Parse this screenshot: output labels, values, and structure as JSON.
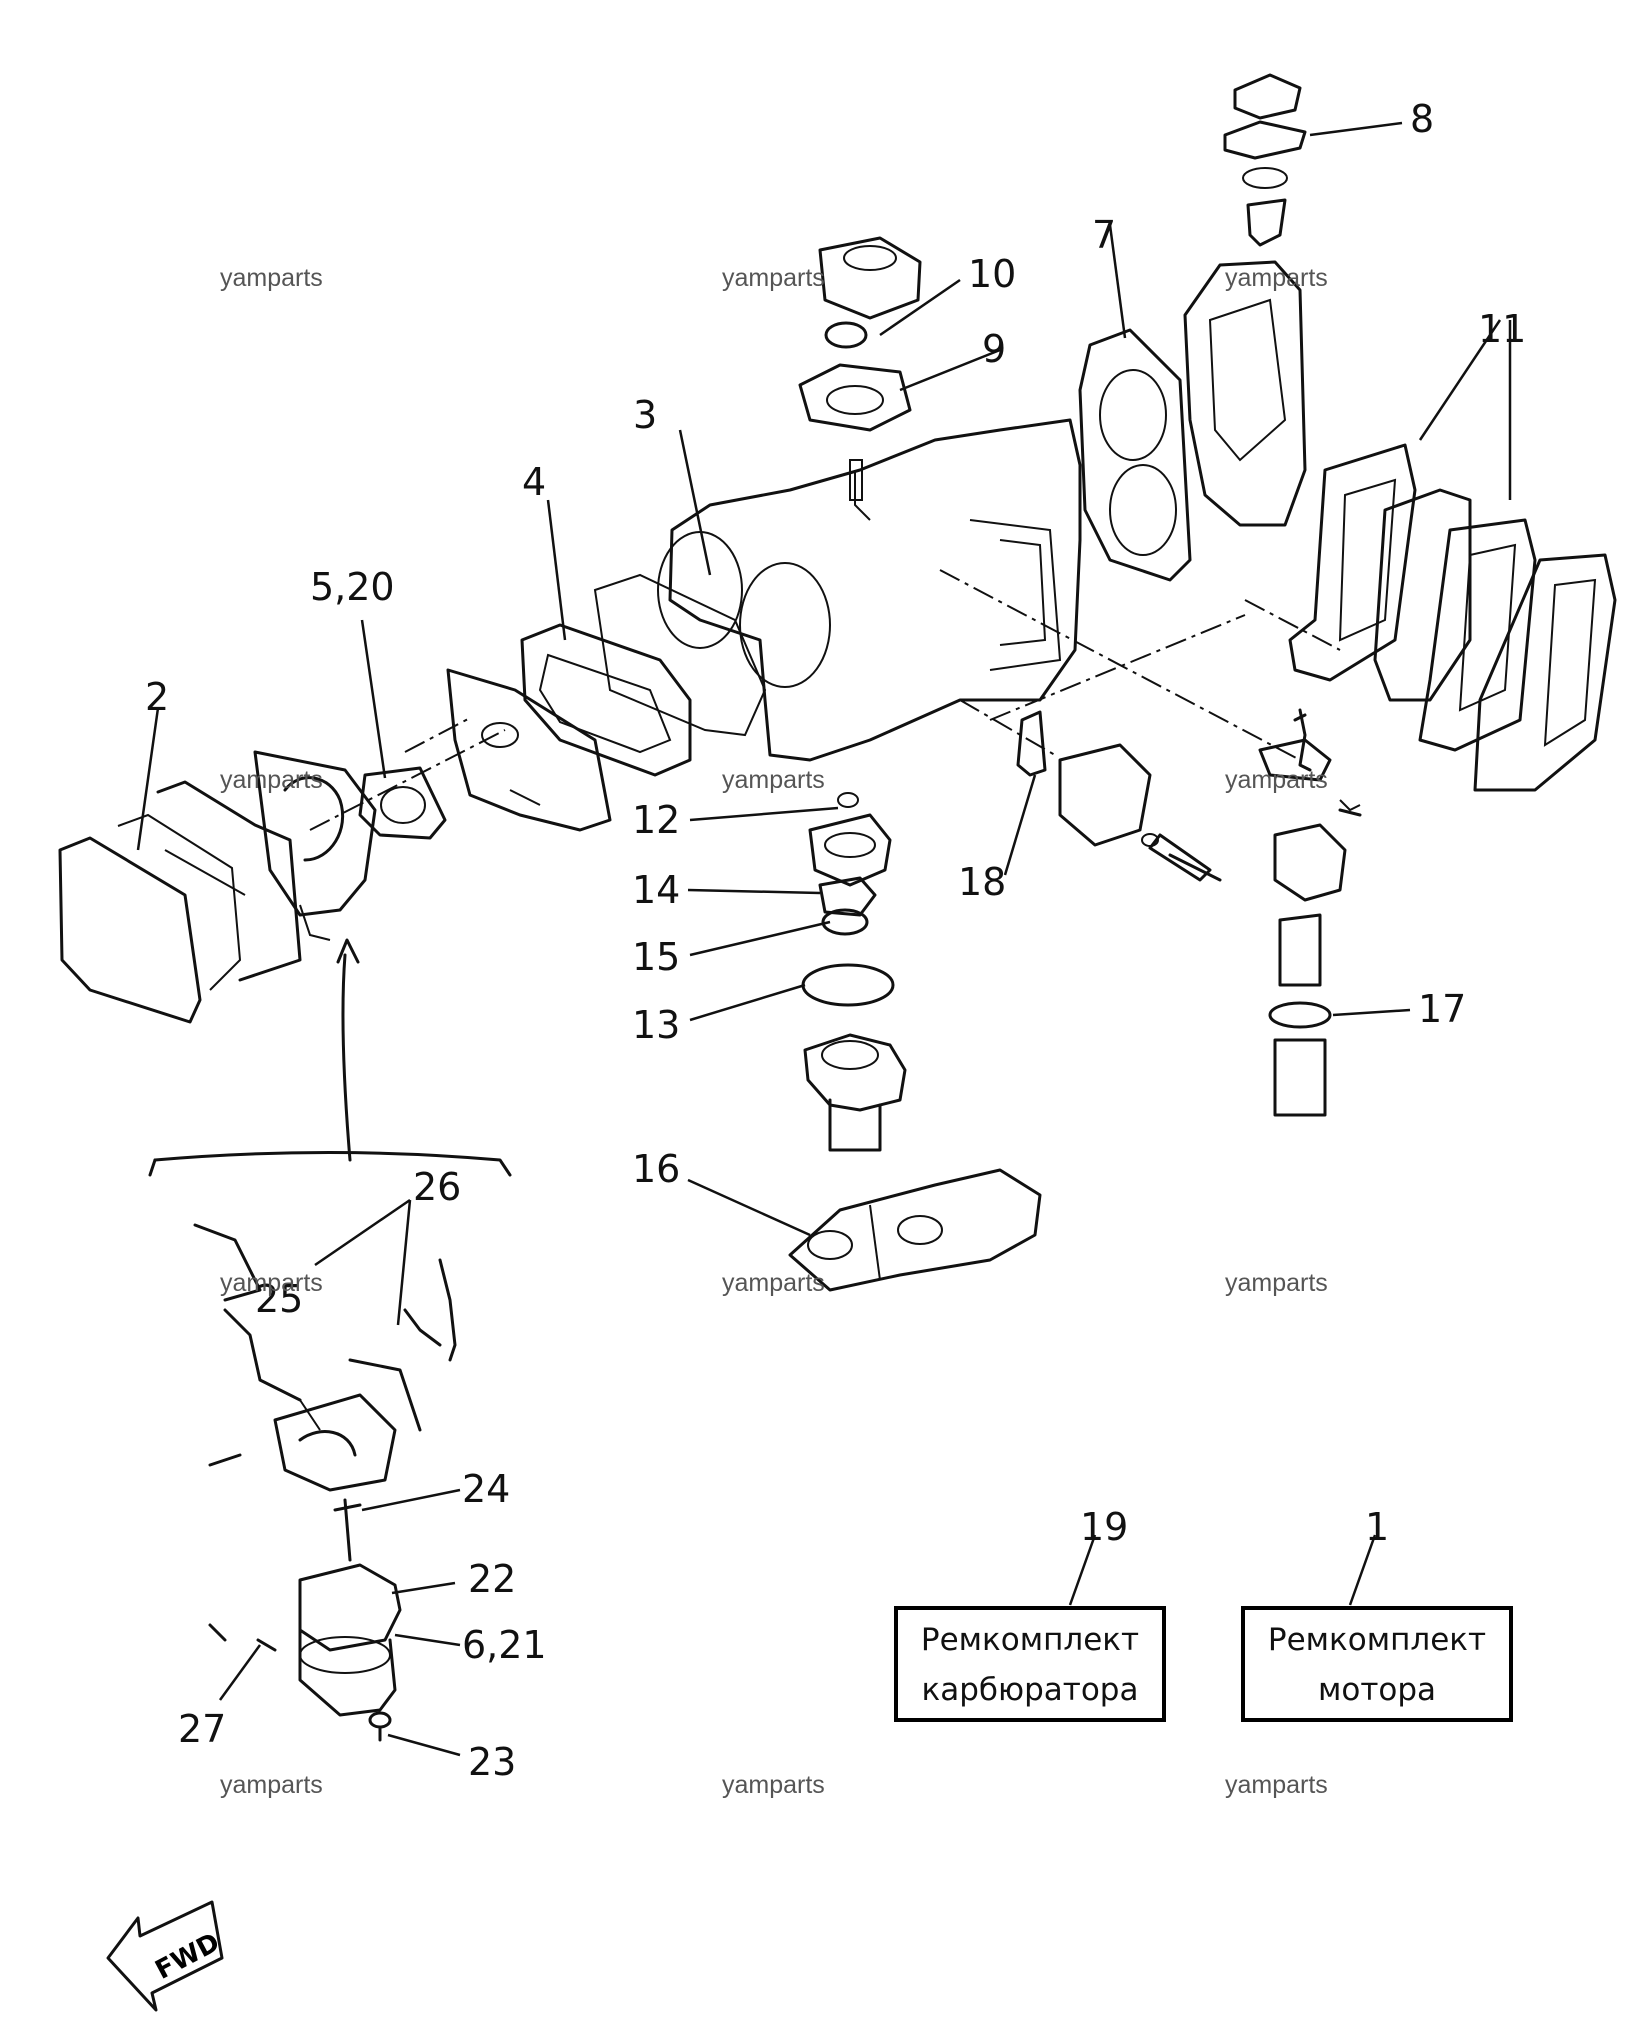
{
  "watermark": "yamparts",
  "callouts": {
    "c1": "1",
    "c2": "2",
    "c3": "3",
    "c4": "4",
    "c5_20": "5,20",
    "c6_21": "6,21",
    "c7": "7",
    "c8": "8",
    "c9": "9",
    "c10": "10",
    "c11": "11",
    "c12": "12",
    "c13": "13",
    "c14": "14",
    "c15": "15",
    "c16": "16",
    "c17": "17",
    "c18": "18",
    "c19": "19",
    "c22": "22",
    "c23": "23",
    "c24": "24",
    "c25": "25",
    "c26": "26",
    "c27": "27"
  },
  "kits": {
    "carburetor": {
      "line1": "Ремкомплект",
      "line2": "карбюратора"
    },
    "motor": {
      "line1": "Ремкомплект",
      "line2": "мотора"
    }
  },
  "fwd_label": "FWD"
}
